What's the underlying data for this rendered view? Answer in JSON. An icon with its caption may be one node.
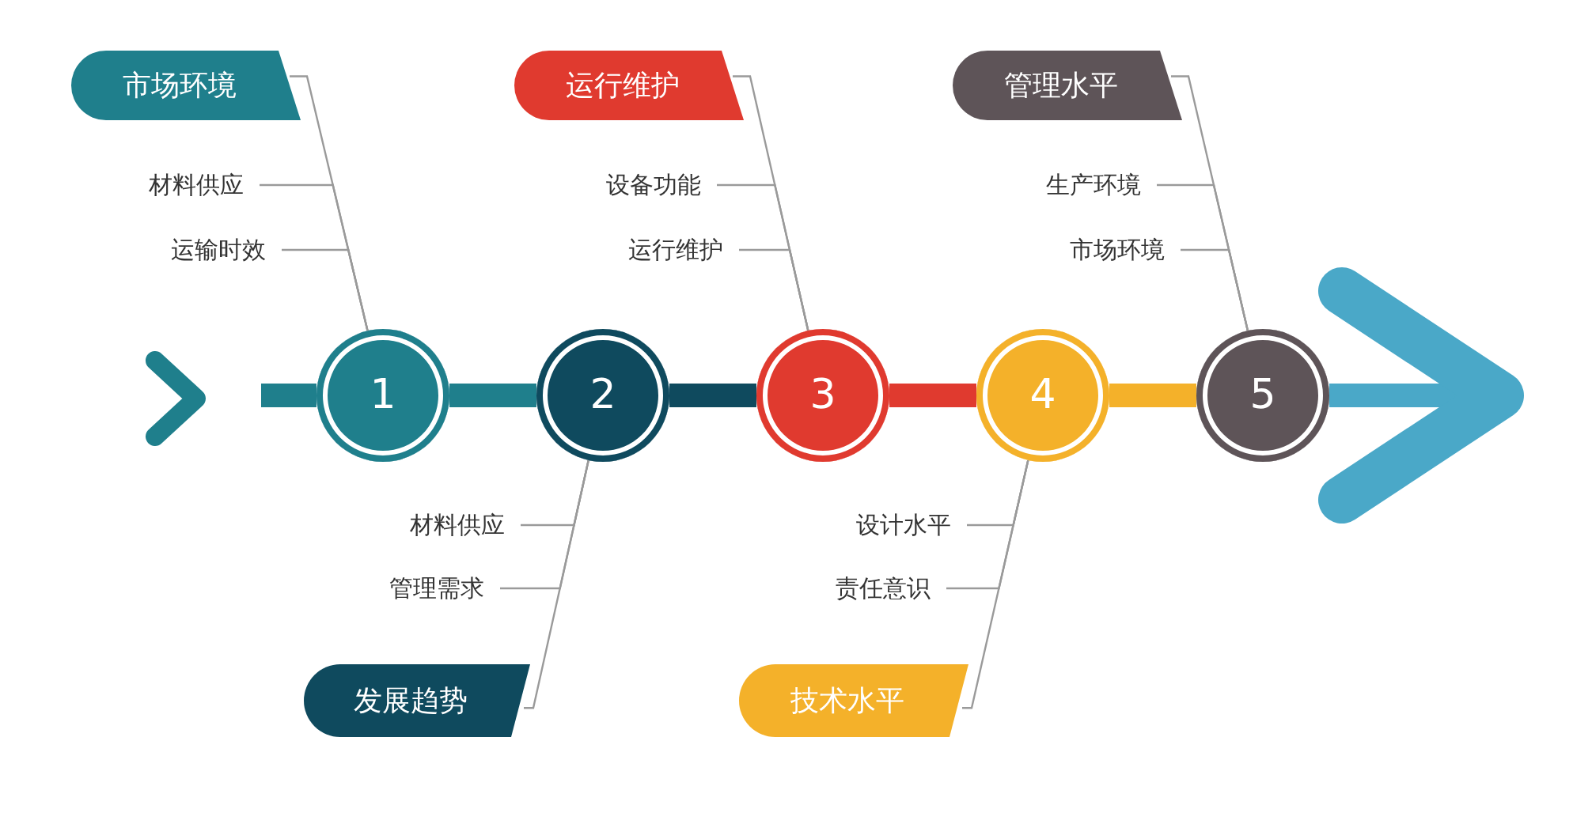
{
  "diagram": {
    "nodes": [
      {
        "text": [
          "市场环境"
        ]
      },
      {
        "text": [
          "材料供应"
        ]
      },
      {
        "text": [
          "运输时效"
        ]
      },
      {
        "text": [
          "运行维护"
        ]
      },
      {
        "text": [
          "设备功能"
        ]
      },
      {
        "text": [
          "运行维护"
        ]
      },
      {
        "text": [
          "管理水平"
        ]
      },
      {
        "text": [
          "生产环境"
        ]
      },
      {
        "text": [
          "市场环境"
        ]
      },
      {
        "text": [
          "1"
        ]
      },
      {
        "text": [
          "2"
        ]
      },
      {
        "text": [
          "3"
        ]
      },
      {
        "text": [
          "4"
        ]
      },
      {
        "text": [
          "5"
        ]
      },
      {
        "text": [
          "材料供应"
        ]
      },
      {
        "text": [
          "管理需求"
        ]
      },
      {
        "text": [
          "发展趋势"
        ]
      },
      {
        "text": [
          "设计水平"
        ]
      },
      {
        "text": [
          "责任意识"
        ]
      },
      {
        "text": [
          "技术水平"
        ]
      }
    ],
    "edges": [
      {
        "from": 0,
        "to": 9,
        "arrow": "none"
      },
      {
        "from": 1,
        "to": 9,
        "arrow": "none"
      },
      {
        "from": 2,
        "to": 9,
        "arrow": "none"
      },
      {
        "from": 3,
        "to": 11,
        "arrow": "none"
      },
      {
        "from": 4,
        "to": 11,
        "arrow": "none"
      },
      {
        "from": 5,
        "to": 11,
        "arrow": "none"
      },
      {
        "from": 6,
        "to": 13,
        "arrow": "none"
      },
      {
        "from": 7,
        "to": 13,
        "arrow": "none"
      },
      {
        "from": 8,
        "to": 13,
        "arrow": "none"
      },
      {
        "from": 16,
        "to": 10,
        "arrow": "none"
      },
      {
        "from": 14,
        "to": 10,
        "arrow": "none"
      },
      {
        "from": 15,
        "to": 10,
        "arrow": "none"
      },
      {
        "from": 19,
        "to": 12,
        "arrow": "none"
      },
      {
        "from": 17,
        "to": 12,
        "arrow": "none"
      },
      {
        "from": 18,
        "to": 12,
        "arrow": "none"
      },
      {
        "from": null,
        "to": 9,
        "arrow": "none",
        "style": "thick",
        "color": "#1f7f8c"
      },
      {
        "from": 9,
        "to": 10,
        "arrow": "none",
        "style": "thick",
        "color": "#1f7f8c"
      },
      {
        "from": 10,
        "to": 11,
        "arrow": "none",
        "style": "thick",
        "color": "#0f4a5e"
      },
      {
        "from": 11,
        "to": 12,
        "arrow": "none",
        "style": "thick",
        "color": "#e03a2f"
      },
      {
        "from": 12,
        "to": 13,
        "arrow": "none",
        "style": "thick",
        "color": "#f4b12a"
      },
      {
        "from": 13,
        "to": null,
        "arrow": "to",
        "style": "thick",
        "color": "#4aa8c8"
      }
    ]
  }
}
